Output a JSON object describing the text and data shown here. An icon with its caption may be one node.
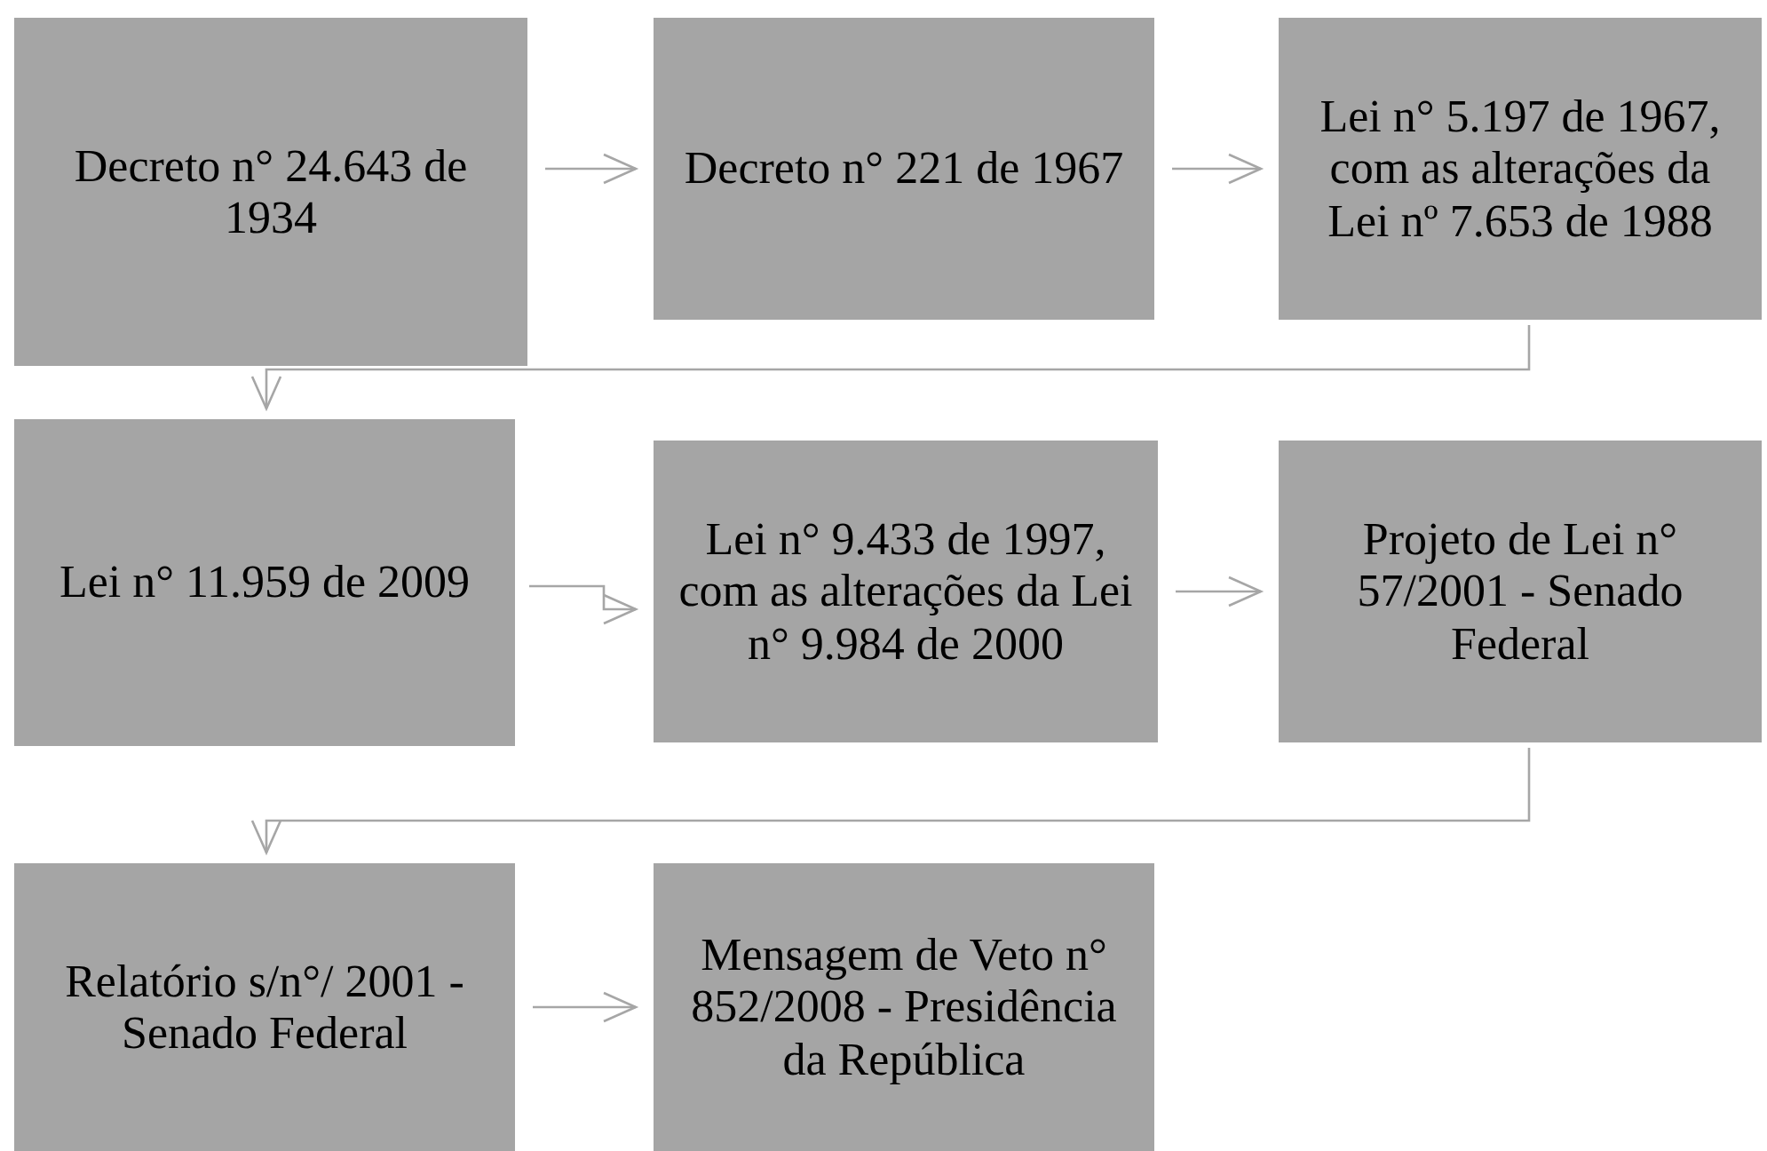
{
  "diagram": {
    "nodes": [
      {
        "text": [
          "Decreto n° 24.643 de 1934"
        ]
      },
      {
        "text": [
          "Decreto n° 221 de 1967"
        ]
      },
      {
        "text": [
          "Lei n° 5.197 de 1967, com as alterações da Lei nº 7.653 de 1988"
        ]
      },
      {
        "text": [
          "Lei n° 11.959 de 2009"
        ]
      },
      {
        "text": [
          "Lei n° 9.433 de 1997, com as alterações da Lei n° 9.984 de 2000"
        ]
      },
      {
        "text": [
          "Projeto de Lei n° 57/2001 - Senado Federal"
        ]
      },
      {
        "text": [
          "Relatório s/n°/ 2001 - Senado Federal"
        ]
      },
      {
        "text": [
          "Mensagem de Veto n° 852/2008 - Presidência da República"
        ]
      }
    ],
    "edges": [
      {
        "from": 0,
        "to": 1,
        "arrow": "to"
      },
      {
        "from": 1,
        "to": 2,
        "arrow": "to"
      },
      {
        "from": 2,
        "to": 3,
        "arrow": "to"
      },
      {
        "from": 3,
        "to": 4,
        "arrow": "to"
      },
      {
        "from": 4,
        "to": 5,
        "arrow": "to"
      },
      {
        "from": 5,
        "to": 6,
        "arrow": "to"
      },
      {
        "from": 6,
        "to": 7,
        "arrow": "to"
      }
    ]
  }
}
